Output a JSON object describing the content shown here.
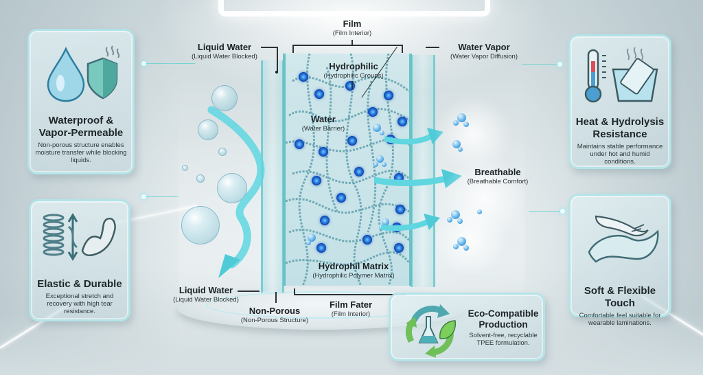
{
  "diagram": {
    "subject": "Non-porous hydrophilic TPEE breathable film",
    "colors": {
      "accent_cyan": "#4fd0dc",
      "node_blue": "#0d3fa8",
      "text_dark": "#1d2528",
      "card_border": "#b0e4e8"
    },
    "labels": {
      "film": {
        "main": "Film",
        "sub": "(Film Interior)"
      },
      "liquid_water_top": {
        "main": "Liquid Water",
        "sub": "(Liquid Water Blocked)"
      },
      "hydrophilic": {
        "main": "Hydrophilic",
        "sub": "(Hydrophilic Groups)"
      },
      "water_vapor": {
        "main": "Water Vapor",
        "sub": "(Water Vapor Diffusion)"
      },
      "water": {
        "main": "Water",
        "sub": "(Water Barrier)"
      },
      "breathable": {
        "main": "Breathable",
        "sub": "(Breathable Comfort)"
      },
      "hydrophil_matrix": {
        "main": "Hydrophil Matrix",
        "sub": "(Hydrophilic Polymer Matrix)"
      },
      "liquid_water_bottom": {
        "main": "Liquid Water",
        "sub": "(Liquid Water Blocked)"
      },
      "non_porous": {
        "main": "Non-Porous",
        "sub": "(Non-Porous Structure)"
      },
      "film_fater": {
        "main": "Film Fater",
        "sub": "(Film Interior)"
      }
    }
  },
  "cards": {
    "waterproof": {
      "icon": "water-drop-shield-icon",
      "title_line1": "Waterproof &",
      "title_line2": "Vapor-Permeable",
      "desc": "Non-porous structure enables moisture transfer while blocking liquids."
    },
    "elastic": {
      "icon": "spring-muscle-icon",
      "title": "Elastic & Durable",
      "desc": "Exceptional stretch and recovery with high tear resistance."
    },
    "heat": {
      "icon": "thermometer-water-bath-icon",
      "title_line1": "Heat & Hydrolysis",
      "title_line2": "Resistance",
      "desc": "Maintains stable performance under hot and humid conditions."
    },
    "soft": {
      "icon": "hand-fabric-icon",
      "title": "Soft & Flexible Touch",
      "desc": "Comfortable feel suitable for wearable laminations."
    },
    "eco": {
      "icon": "recycle-flask-leaf-icon",
      "title_line1": "Eco-Compatible",
      "title_line2": "Production",
      "desc_line1": "Solvent-free, recyclable",
      "desc_line2": "TPEE formulation."
    }
  }
}
